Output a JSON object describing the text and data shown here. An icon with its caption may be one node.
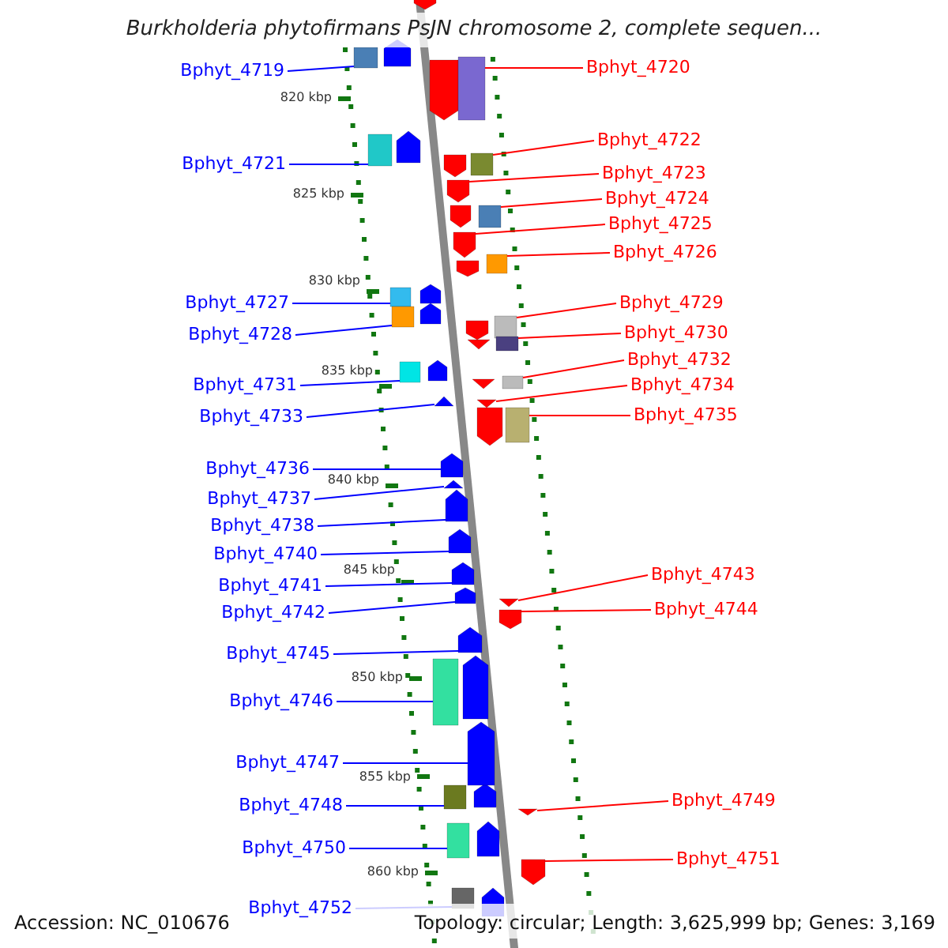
{
  "diagram": {
    "title": "Burkholderia phytofirmans PsJN chromosome 2, complete sequen...",
    "nodes": [
      {
        "text": [
          "Bphyt_4719"
        ]
      },
      {
        "text": [
          "Bphyt_4720"
        ]
      },
      {
        "text": [
          "Bphyt_4722"
        ]
      },
      {
        "text": [
          "Bphyt_4721"
        ]
      },
      {
        "text": [
          "Bphyt_4723"
        ]
      },
      {
        "text": [
          "Bphyt_4724"
        ]
      },
      {
        "text": [
          "Bphyt_4725"
        ]
      },
      {
        "text": [
          "Bphyt_4726"
        ]
      },
      {
        "text": [
          "Bphyt_4727"
        ]
      },
      {
        "text": [
          "Bphyt_4729"
        ]
      },
      {
        "text": [
          "Bphyt_4730"
        ]
      },
      {
        "text": [
          "Bphyt_4728"
        ]
      },
      {
        "text": [
          "Bphyt_4732"
        ]
      },
      {
        "text": [
          "Bphyt_4731"
        ]
      },
      {
        "text": [
          "Bphyt_4734"
        ]
      },
      {
        "text": [
          "Bphyt_4735"
        ]
      },
      {
        "text": [
          "Bphyt_4733"
        ]
      },
      {
        "text": [
          "Bphyt_4736"
        ]
      },
      {
        "text": [
          "Bphyt_4737"
        ]
      },
      {
        "text": [
          "Bphyt_4738"
        ]
      },
      {
        "text": [
          "Bphyt_4740"
        ]
      },
      {
        "text": [
          "Bphyt_4743"
        ]
      },
      {
        "text": [
          "Bphyt_4741"
        ]
      },
      {
        "text": [
          "Bphyt_4744"
        ]
      },
      {
        "text": [
          "Bphyt_4742"
        ]
      },
      {
        "text": [
          "Bphyt_4745"
        ]
      },
      {
        "text": [
          "Bphyt_4746"
        ]
      },
      {
        "text": [
          "Bphyt_4747"
        ]
      },
      {
        "text": [
          "Bphyt_4749"
        ]
      },
      {
        "text": [
          "Bphyt_4748"
        ]
      },
      {
        "text": [
          "Bphyt_4750"
        ]
      },
      {
        "text": [
          "Bphyt_4751"
        ]
      },
      {
        "text": [
          "Bphyt_4752"
        ]
      },
      {
        "text": [],
        "shape": "box"
      },
      {
        "text": [],
        "shape": "box"
      },
      {
        "text": [],
        "shape": "box"
      },
      {
        "text": [],
        "shape": "box"
      },
      {
        "text": [],
        "shape": "pentagon"
      },
      {
        "text": [],
        "shape": "box"
      },
      {
        "text": [],
        "shape": "pentagon"
      },
      {
        "text": [],
        "shape": "box"
      },
      {
        "text": [],
        "shape": "box"
      },
      {
        "text": [],
        "shape": "box"
      },
      {
        "text": [],
        "shape": "box"
      },
      {
        "text": [],
        "shape": "box"
      },
      {
        "text": [],
        "shape": "box"
      },
      {
        "text": [],
        "shape": "box"
      },
      {
        "text": [],
        "shape": "triangle"
      },
      {
        "text": [],
        "shape": "box"
      },
      {
        "text": [],
        "shape": "triangle"
      },
      {
        "text": [],
        "shape": "pentagon"
      },
      {
        "text": [],
        "shape": "triangle"
      },
      {
        "text": [],
        "shape": "pentagon"
      },
      {
        "text": [],
        "shape": "pentagon"
      },
      {
        "text": [],
        "shape": "triangle"
      },
      {
        "text": [],
        "shape": "pentagon"
      },
      {
        "text": [],
        "shape": "pentagon"
      },
      {
        "text": [],
        "shape": "pentagon"
      },
      {
        "text": [],
        "shape": "pentagon"
      },
      {
        "text": [],
        "shape": "box"
      },
      {
        "text": [],
        "shape": "pentagon"
      },
      {
        "text": [],
        "shape": "triangle"
      },
      {
        "text": [],
        "shape": "box"
      },
      {
        "text": [],
        "shape": "box"
      },
      {
        "text": [],
        "shape": "pentagon"
      },
      {
        "text": [],
        "shape": "box"
      }
    ],
    "edges": [
      {
        "from": 0,
        "to": 33,
        "arrow": "none"
      },
      {
        "from": 1,
        "to": 34,
        "arrow": "none",
        "color": "#ff0000"
      },
      {
        "from": 2,
        "to": 35,
        "arrow": "none",
        "color": "#ff0000"
      },
      {
        "from": 3,
        "to": 36,
        "arrow": "none"
      },
      {
        "from": 4,
        "to": 37,
        "arrow": "none",
        "color": "#ff0000"
      },
      {
        "from": 5,
        "to": 38,
        "arrow": "none",
        "color": "#ff0000"
      },
      {
        "from": 6,
        "to": 39,
        "arrow": "none",
        "color": "#ff0000"
      },
      {
        "from": 7,
        "to": 40,
        "arrow": "none",
        "color": "#ff0000"
      },
      {
        "from": 8,
        "to": 41,
        "arrow": "none"
      },
      {
        "from": 9,
        "to": 42,
        "arrow": "none",
        "color": "#ff0000"
      },
      {
        "from": 10,
        "to": 43,
        "arrow": "none",
        "color": "#ff0000"
      },
      {
        "from": 11,
        "to": 44,
        "arrow": "none"
      },
      {
        "from": 12,
        "to": 45,
        "arrow": "none",
        "color": "#ff0000"
      },
      {
        "from": 13,
        "to": 46,
        "arrow": "none"
      },
      {
        "from": 14,
        "to": 47,
        "arrow": "none",
        "color": "#ff0000"
      },
      {
        "from": 15,
        "to": 48,
        "arrow": "none",
        "color": "#ff0000"
      },
      {
        "from": 16,
        "to": 49,
        "arrow": "none"
      },
      {
        "from": 17,
        "to": 50,
        "arrow": "none"
      },
      {
        "from": 18,
        "to": 51,
        "arrow": "none"
      },
      {
        "from": 19,
        "to": 52,
        "arrow": "none"
      },
      {
        "from": 20,
        "to": 53,
        "arrow": "none"
      },
      {
        "from": 21,
        "to": 54,
        "arrow": "none",
        "color": "#ff0000"
      },
      {
        "from": 22,
        "to": 55,
        "arrow": "none"
      },
      {
        "from": 23,
        "to": 56,
        "arrow": "none",
        "color": "#ff0000"
      },
      {
        "from": 24,
        "to": 57,
        "arrow": "none"
      },
      {
        "from": 25,
        "to": 58,
        "arrow": "none"
      },
      {
        "from": 26,
        "to": 59,
        "arrow": "none"
      },
      {
        "from": 27,
        "to": 60,
        "arrow": "none"
      },
      {
        "from": 28,
        "to": 61,
        "arrow": "none",
        "color": "#ff0000"
      },
      {
        "from": 29,
        "to": 62,
        "arrow": "none"
      },
      {
        "from": 30,
        "to": 63,
        "arrow": "none"
      },
      {
        "from": 31,
        "to": 64,
        "arrow": "none",
        "color": "#ff0000"
      },
      {
        "from": 32,
        "to": 65,
        "arrow": "none"
      }
    ],
    "labels": [
      "820 kbp",
      "825 kbp",
      "830 kbp",
      "835 kbp",
      "840 kbp",
      "845 kbp",
      "850 kbp",
      "855 kbp",
      "860 kbp",
      "Accession: NC_010676",
      "Topology: circular; Length: 3,625,999 bp; Genes: 3,169"
    ]
  }
}
